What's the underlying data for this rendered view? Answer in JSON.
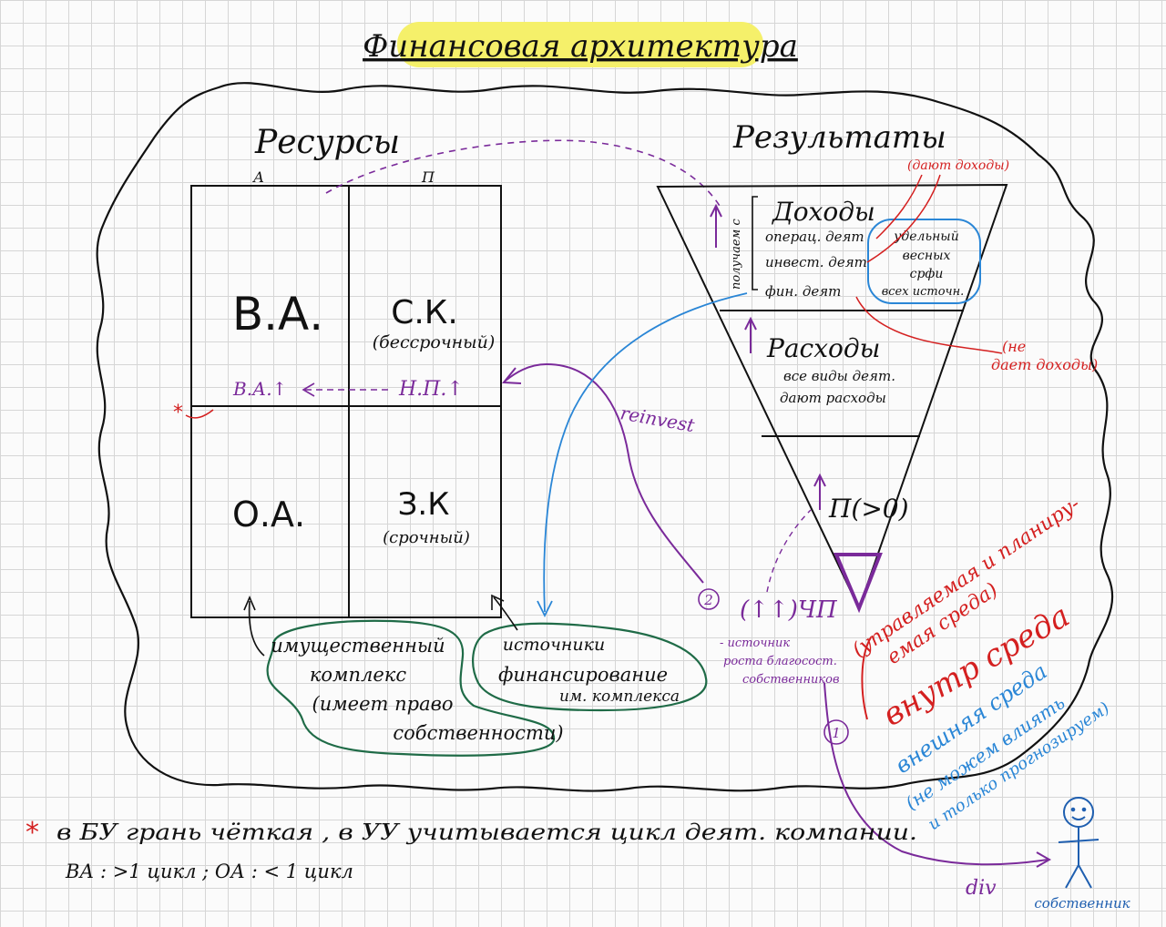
{
  "title": "Финансовая архитектура",
  "resources": {
    "heading": "Ресурсы",
    "col_a": "А",
    "col_p": "П",
    "va": "В.А.",
    "sk": "С.К.",
    "sk_note": "(бессрочный)",
    "oa": "О.А.",
    "zk": "З.К",
    "zk_note": "(срочный)",
    "va_arrow": "В.А.↑",
    "np_arrow": "Н.П.↑",
    "star": "*"
  },
  "results": {
    "heading": "Результаты",
    "income_side": "получаем с",
    "income": "Доходы",
    "income_items": [
      "операц. деят",
      "инвест. деят",
      "фин. деят"
    ],
    "income_all": [
      "удельный",
      "весных",
      "срфи",
      "всех источн."
    ],
    "expenses": "Расходы",
    "expenses_note": [
      "все виды деят.",
      "дают расходы"
    ],
    "profit": "П(>0)"
  },
  "notes": {
    "daet_dohody": "(дают доходы)",
    "ne_daet": [
      "(не",
      "дает доходы)"
    ],
    "reinvest": "reinvest",
    "num2": "2",
    "num1": "1",
    "np": "(↑↑)ЧП",
    "np_desc": [
      "- источник",
      "роста благосост.",
      "собственников"
    ],
    "upr": [
      "(управляемая и планиру-",
      "емая среда)"
    ],
    "vnutr": "внутр среда",
    "vnesh": [
      "внешняя среда",
      "(не можем влиять",
      "и только прогнозируем)"
    ],
    "owner": "собственник",
    "div": "div"
  },
  "boxes": {
    "property": [
      "имущественный",
      "комплекс",
      "(имеет право",
      "собственности)"
    ],
    "sources": [
      "источники",
      "финансирование",
      "им. комплекса"
    ]
  },
  "footer": {
    "star": "*",
    "line1": "в БУ грань чёткая , в УУ учитывается цикл деят. компании.",
    "line2": "ВА : >1 цикл ; ОА : < 1 цикл"
  },
  "colors": {
    "ink": "#111111",
    "purple": "#7a2a9a",
    "red": "#d42020",
    "blue": "#2a86d6",
    "green": "#1f6b47",
    "highlight": "#f5f06a"
  }
}
